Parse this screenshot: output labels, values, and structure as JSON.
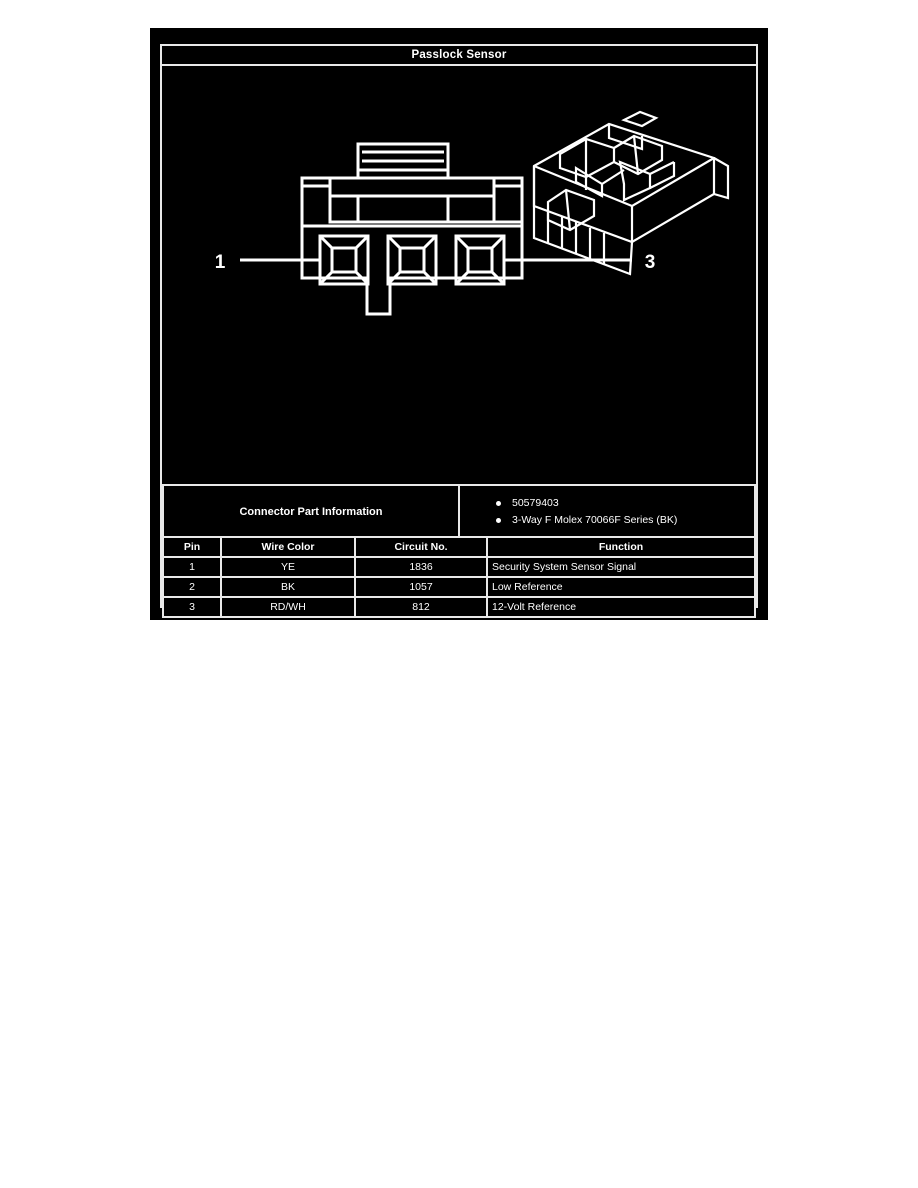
{
  "document": {
    "title": "Passlock Sensor"
  },
  "diagram": {
    "callouts": [
      {
        "id": "pin-1-callout",
        "label": "1"
      },
      {
        "id": "pin-3-callout",
        "label": "3"
      }
    ],
    "views": {
      "face_view_name": "connector-face-view",
      "isometric_view_name": "connector-isometric-view"
    },
    "cavity_count": 3
  },
  "connector_part_information": {
    "label": "Connector Part Information",
    "items": [
      "50579403",
      "3-Way F Molex 70066F Series (BK)"
    ]
  },
  "pin_table": {
    "headers": {
      "pin": "Pin",
      "wire_color": "Wire Color",
      "circuit_no": "Circuit No.",
      "function": "Function"
    },
    "rows": [
      {
        "pin": "1",
        "wire_color": "YE",
        "circuit_no": "1836",
        "function": "Security System Sensor Signal"
      },
      {
        "pin": "2",
        "wire_color": "BK",
        "circuit_no": "1057",
        "function": "Low Reference"
      },
      {
        "pin": "3",
        "wire_color": "RD/WH",
        "circuit_no": "812",
        "function": "12-Volt Reference"
      }
    ]
  },
  "colors": {
    "background": "#000000",
    "line": "#ffffff",
    "border": "#e8e8e8",
    "page": "#ffffff"
  }
}
